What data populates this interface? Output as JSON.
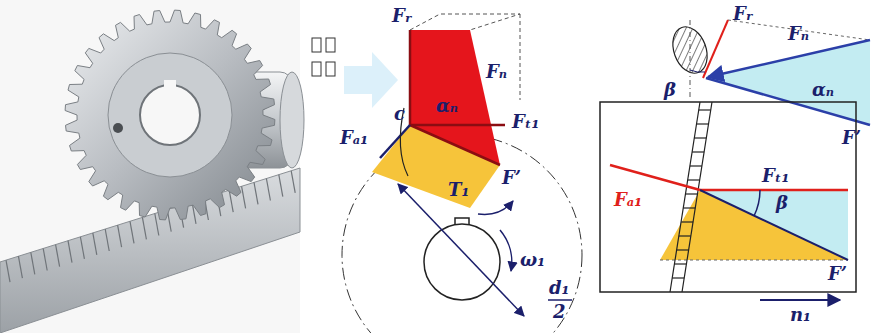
{
  "diagram": {
    "labels": [
      "Fᵣ",
      "Fₙ",
      "c",
      "αₙ",
      "Fₜ₁",
      "Fₐ₁",
      "T₁",
      "F’",
      "ω₁",
      "d₁",
      "2",
      "Fᵣ",
      "Fₙ",
      "αₙ",
      "F’",
      "β",
      "Fₜ₁",
      "β",
      "Fₐ₁",
      "F’",
      "n₁"
    ]
  }
}
